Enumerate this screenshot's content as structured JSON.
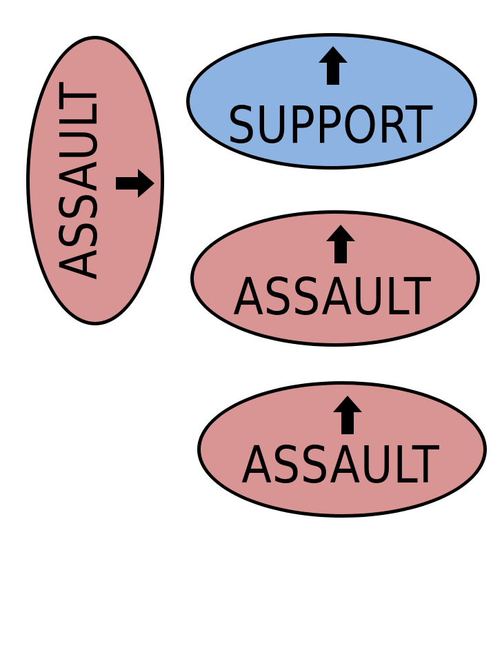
{
  "tokens": [
    {
      "id": "assault-vertical",
      "label": "ASSAULT",
      "fill": "#d99594",
      "orientation": "vertical",
      "icon": "arrow-up-icon"
    },
    {
      "id": "support",
      "label": "SUPPORT",
      "fill": "#8db3e2",
      "orientation": "horizontal",
      "icon": "arrow-up-icon"
    },
    {
      "id": "assault-1",
      "label": "ASSAULT",
      "fill": "#d99594",
      "orientation": "horizontal",
      "icon": "arrow-up-icon"
    },
    {
      "id": "assault-2",
      "label": "ASSAULT",
      "fill": "#d99594",
      "orientation": "horizontal",
      "icon": "arrow-up-icon"
    }
  ],
  "colors": {
    "assault": "#d99594",
    "support": "#8db3e2",
    "outline": "#000000"
  }
}
